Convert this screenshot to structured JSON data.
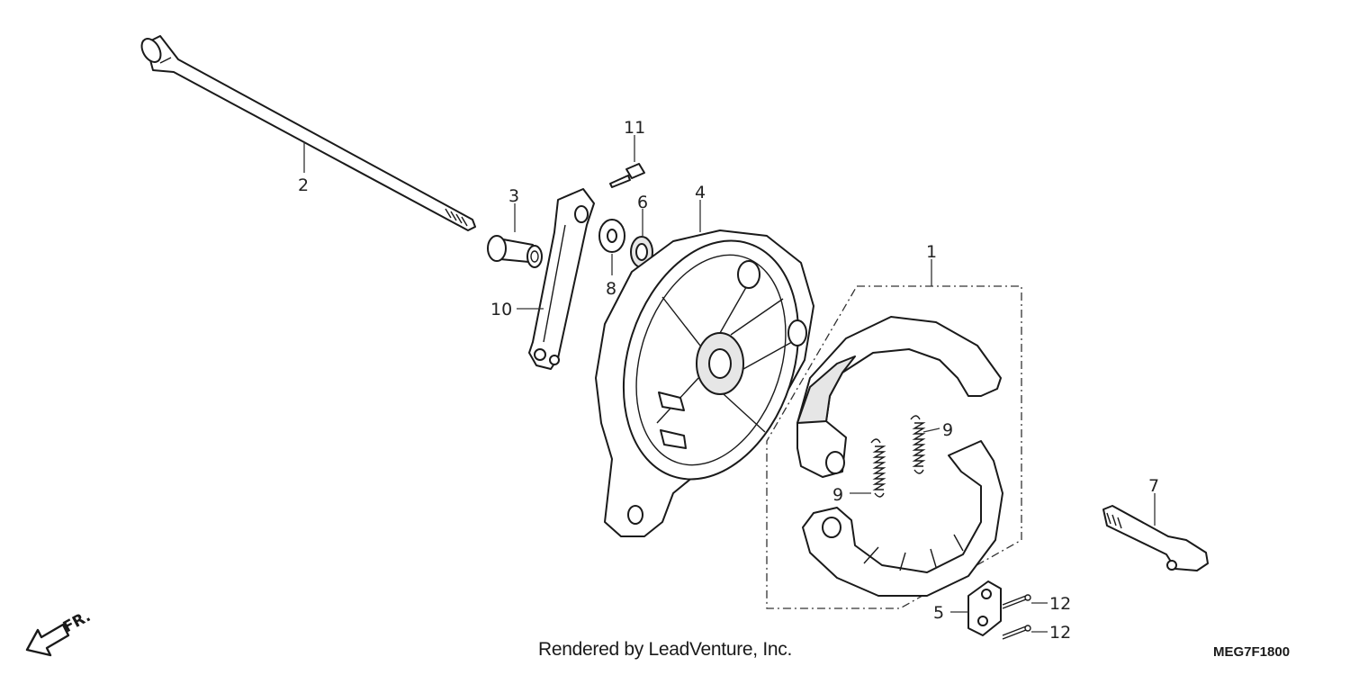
{
  "callouts": {
    "c1": "1",
    "c2": "2",
    "c3": "3",
    "c4": "4",
    "c5": "5",
    "c6": "6",
    "c7": "7",
    "c8": "8",
    "c9a": "9",
    "c9b": "9",
    "c10": "10",
    "c11": "11",
    "c12a": "12",
    "c12b": "12"
  },
  "direction_label": "FR.",
  "footer": {
    "credit": "Rendered by LeadVenture, Inc.",
    "code": "MEG7F1800"
  }
}
